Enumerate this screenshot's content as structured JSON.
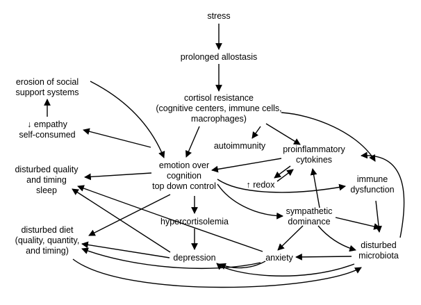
{
  "nodes": {
    "stress": [
      "stress"
    ],
    "allostasis": [
      "prolonged allostasis"
    ],
    "cortisol": [
      "cortisol resistance",
      "(cognitive centers, immune cells,",
      "macrophages)"
    ],
    "social": [
      "erosion of social",
      "support systems"
    ],
    "empathy": [
      "↓ empathy",
      "self-consumed"
    ],
    "autoimmunity": [
      "autoimmunity"
    ],
    "proinflam": [
      "proinflammatory",
      "cytokines"
    ],
    "sleep": [
      "disturbed quality",
      "and timing",
      "sleep"
    ],
    "emotion": [
      "emotion over",
      "cognition",
      "top down control"
    ],
    "redox": [
      "↑ redox"
    ],
    "immune": [
      "immune",
      "dysfunction"
    ],
    "hypercort": [
      "hypercortisolemia"
    ],
    "sympathetic": [
      "sympathetic",
      "dominance"
    ],
    "diet": [
      "disturbed diet",
      "(quality, quantity,",
      "and timing)"
    ],
    "depression": [
      "depression"
    ],
    "anxiety": [
      "anxiety"
    ],
    "microbiota": [
      "disturbed",
      "microbiota"
    ]
  }
}
